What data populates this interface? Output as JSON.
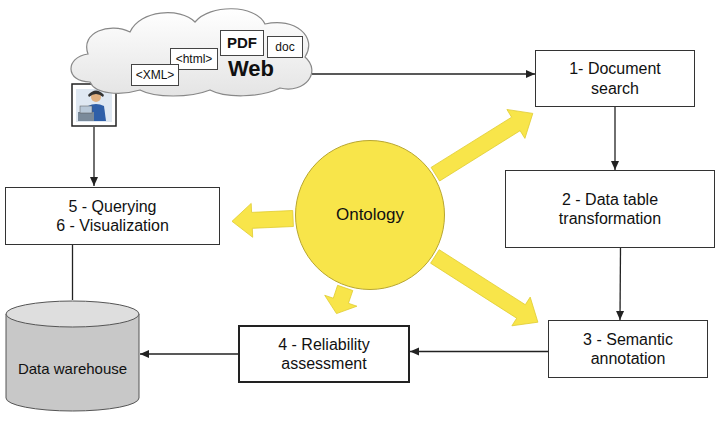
{
  "diagram": {
    "nodes": [
      {
        "text": [
          "Web"
        ]
      },
      {
        "text": [
          "PDF"
        ],
        "in": 0
      },
      {
        "text": [
          "doc"
        ],
        "in": 0
      },
      {
        "text": [
          "<html>"
        ],
        "in": 0
      },
      {
        "text": [
          "<XML>"
        ],
        "in": 0
      },
      {
        "text": [
          "1- Document search"
        ]
      },
      {
        "text": [
          "Ontology"
        ]
      },
      {
        "text": [
          "2 - Data table transformation"
        ]
      },
      {
        "text": [
          "5 - Querying",
          "6 - Visualization"
        ]
      },
      {
        "text": [
          "3 - Semantic annotation"
        ]
      },
      {
        "text": [
          "4 - Reliability assessment"
        ]
      },
      {
        "text": [
          "Data warehouse"
        ]
      }
    ],
    "edges": [
      {
        "from": 0,
        "to": 5,
        "arrow": "to"
      },
      {
        "from": 5,
        "to": 7,
        "arrow": "to"
      },
      {
        "from": 7,
        "to": 9,
        "arrow": "to"
      },
      {
        "from": 9,
        "to": 10,
        "arrow": "to"
      },
      {
        "from": 10,
        "to": 11,
        "arrow": "to"
      },
      {
        "from": 8,
        "to": 11,
        "arrow": "none"
      },
      {
        "from": 6,
        "to": 5,
        "arrow": "to"
      },
      {
        "from": 6,
        "to": 8,
        "arrow": "to"
      },
      {
        "from": 6,
        "to": 10,
        "arrow": "to"
      },
      {
        "from": 6,
        "to": 9,
        "arrow": "to"
      }
    ]
  }
}
